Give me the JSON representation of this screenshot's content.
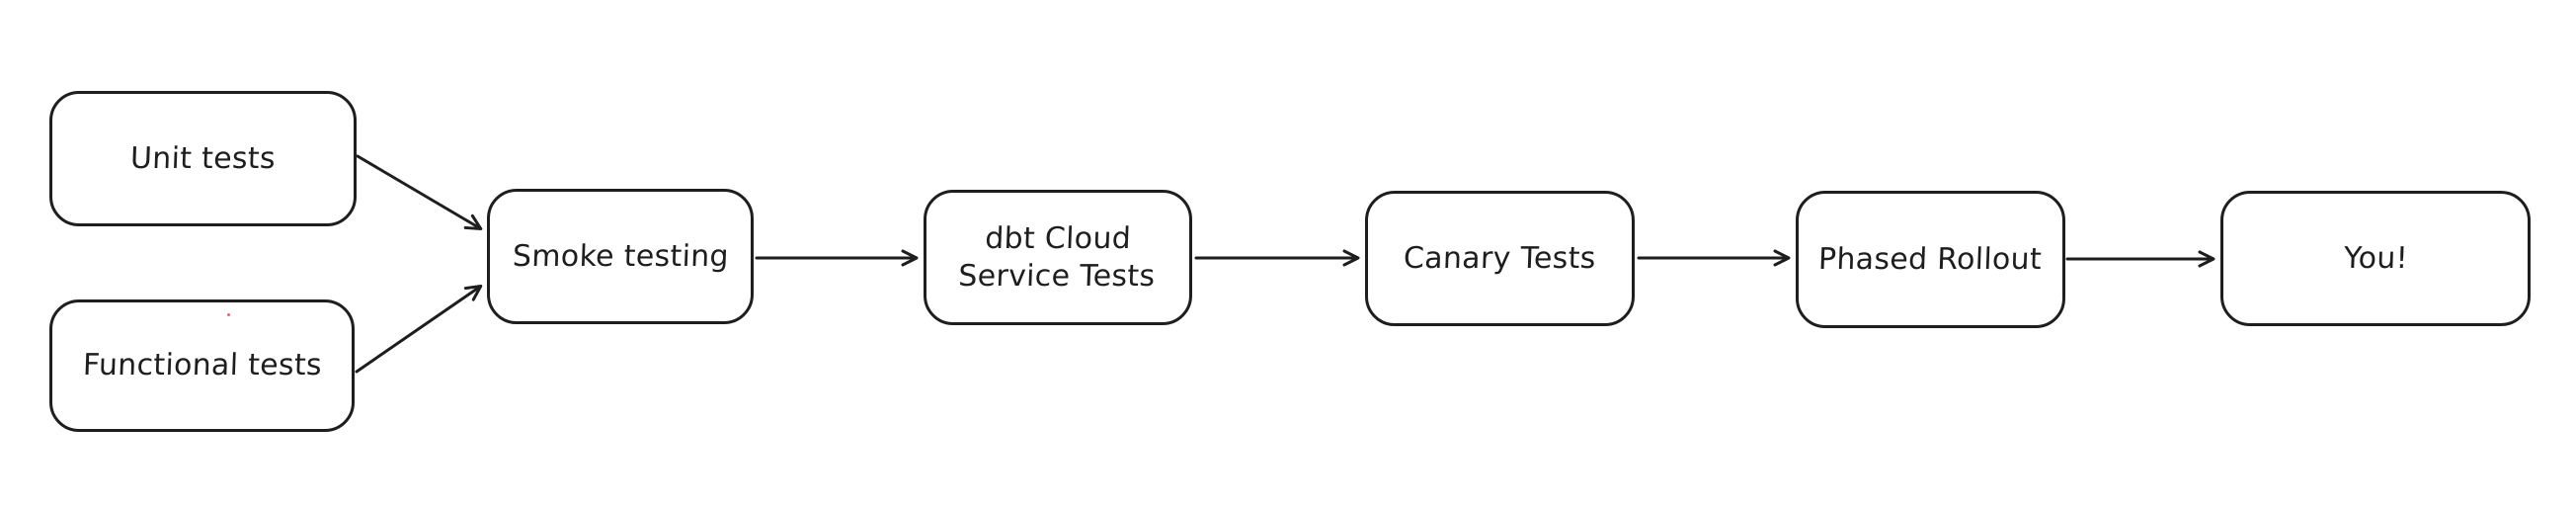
{
  "canvas": {
    "background_color": "#ffffff",
    "stroke_color": "#1e1e1e",
    "text_color": "#1e1e1e"
  },
  "nodes": [
    {
      "id": "unit-tests",
      "label": "Unit tests"
    },
    {
      "id": "functional-tests",
      "label": "Functional tests"
    },
    {
      "id": "smoke-testing",
      "label": "Smoke testing"
    },
    {
      "id": "dbt-cloud-service-tests",
      "label": "dbt Cloud\nService Tests"
    },
    {
      "id": "canary-tests",
      "label": "Canary Tests"
    },
    {
      "id": "phased-rollout",
      "label": "Phased Rollout"
    },
    {
      "id": "you",
      "label": "You!"
    }
  ],
  "edges": [
    {
      "from": "unit-tests",
      "to": "smoke-testing"
    },
    {
      "from": "functional-tests",
      "to": "smoke-testing"
    },
    {
      "from": "smoke-testing",
      "to": "dbt-cloud-service-tests"
    },
    {
      "from": "dbt-cloud-service-tests",
      "to": "canary-tests"
    },
    {
      "from": "canary-tests",
      "to": "phased-rollout"
    },
    {
      "from": "phased-rollout",
      "to": "you"
    }
  ],
  "artifacts": {
    "red_dot_color": "#d96d6d"
  }
}
